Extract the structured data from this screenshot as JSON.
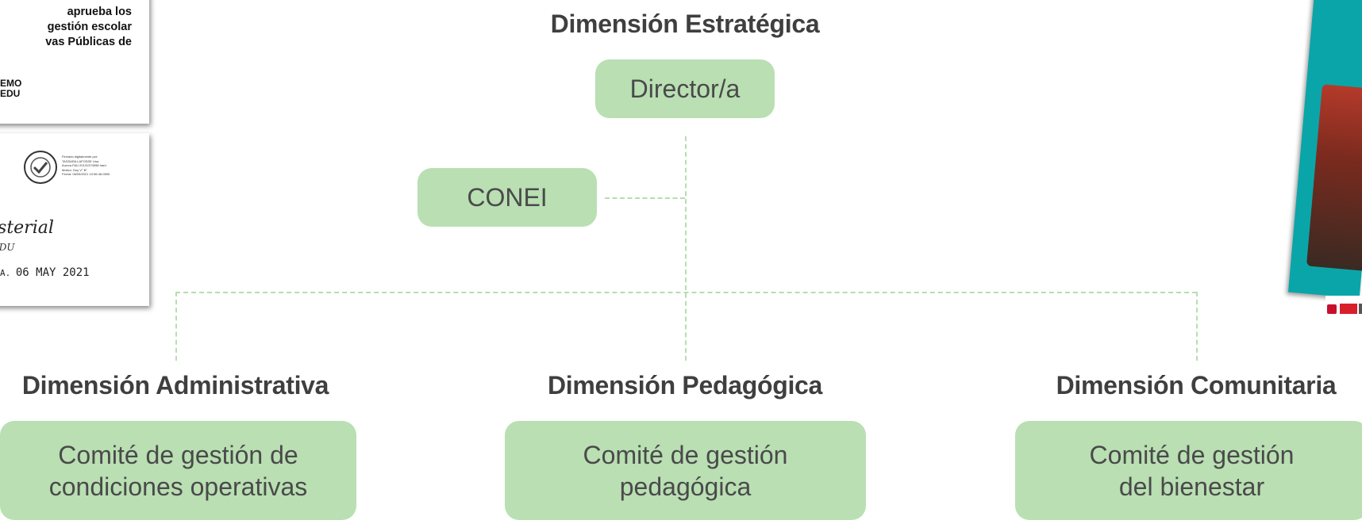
{
  "documents": {
    "resolution_excerpt": {
      "lines": [
        "aprueba los",
        "gestión escolar",
        "vas Públicas de"
      ],
      "footer_lines": [
        "EMO",
        "EDU"
      ]
    },
    "signed_page": {
      "signature_lines": [
        "Firmado digitalmente por:",
        "TASSARA LAFOSSE Una",
        "Aurora FAU 20131370998 hard",
        "Motivo: Doy V° B°",
        "Fecha: 06/05/2021 10:36:46-0500"
      ],
      "title_fragment": "isterial",
      "subtitle_fragment": "EDU",
      "date_prefix": "A.",
      "date_value": "06 MAY 2021"
    }
  },
  "diagram": {
    "strategic": {
      "label": "Dimensión Estratégica",
      "box": "Director/a"
    },
    "council": {
      "box": "CONEI"
    },
    "dimensions": [
      {
        "label": "Dimensión Administrativa",
        "box_lines": [
          "Comité de gestión de",
          "condiciones operativas"
        ]
      },
      {
        "label": "Dimensión Pedagógica",
        "box_lines": [
          "Comité de gestión",
          "pedagógica"
        ]
      },
      {
        "label": "Dimensión Comunitaria",
        "box_lines": [
          "Comité de gestión",
          "del bienestar"
        ]
      }
    ]
  },
  "colors": {
    "box_fill": "#b9dfb3",
    "connector": "#b6deb0",
    "heading_text": "#3f3f3f",
    "box_text": "#4a4a4a",
    "cover_teal": "#0aa5a8"
  }
}
